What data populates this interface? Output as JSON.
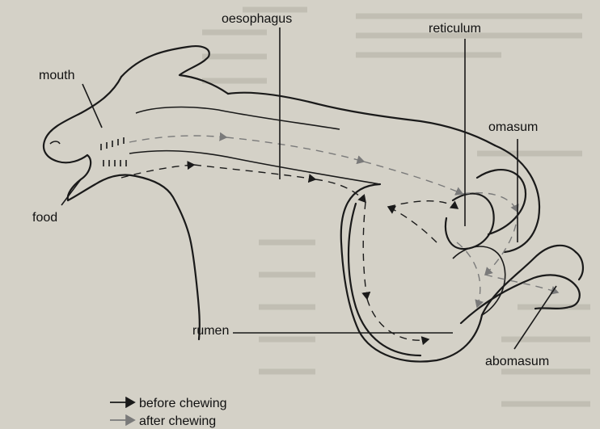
{
  "labels": {
    "oesophagus": "oesophagus",
    "reticulum": "reticulum",
    "mouth": "mouth",
    "omasum": "omasum",
    "food": "food",
    "rumen": "rumen",
    "abomasum": "abomasum"
  },
  "legend": {
    "before": "before chewing",
    "after": "after chewing"
  },
  "colors": {
    "before_chewing": "#1a1a1a",
    "after_chewing": "#7a7a7a",
    "page_background": "#d4d1c7"
  }
}
